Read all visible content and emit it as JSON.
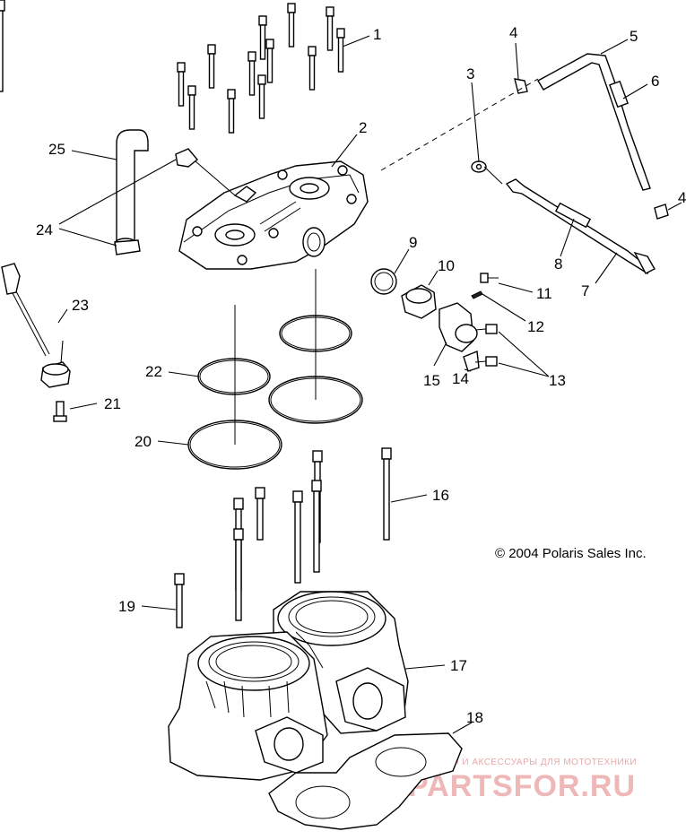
{
  "diagram": {
    "callouts": [
      "1",
      "2",
      "3",
      "4",
      "4",
      "5",
      "6",
      "7",
      "8",
      "9",
      "10",
      "11",
      "12",
      "13",
      "14",
      "15",
      "16",
      "17",
      "18",
      "19",
      "20",
      "21",
      "22",
      "23",
      "24",
      "25"
    ],
    "copyright": "© 2004 Polaris Sales Inc.",
    "watermark": {
      "subtitle": "ЗАПЧАСТИ И АКСЕССУАРЫ ДЛЯ МОТОТЕХНИКИ",
      "logo": "PARTSFOR.RU"
    },
    "colors": {
      "line": "#000000",
      "background": "#ffffff",
      "watermark": "#e9a9a9"
    }
  }
}
